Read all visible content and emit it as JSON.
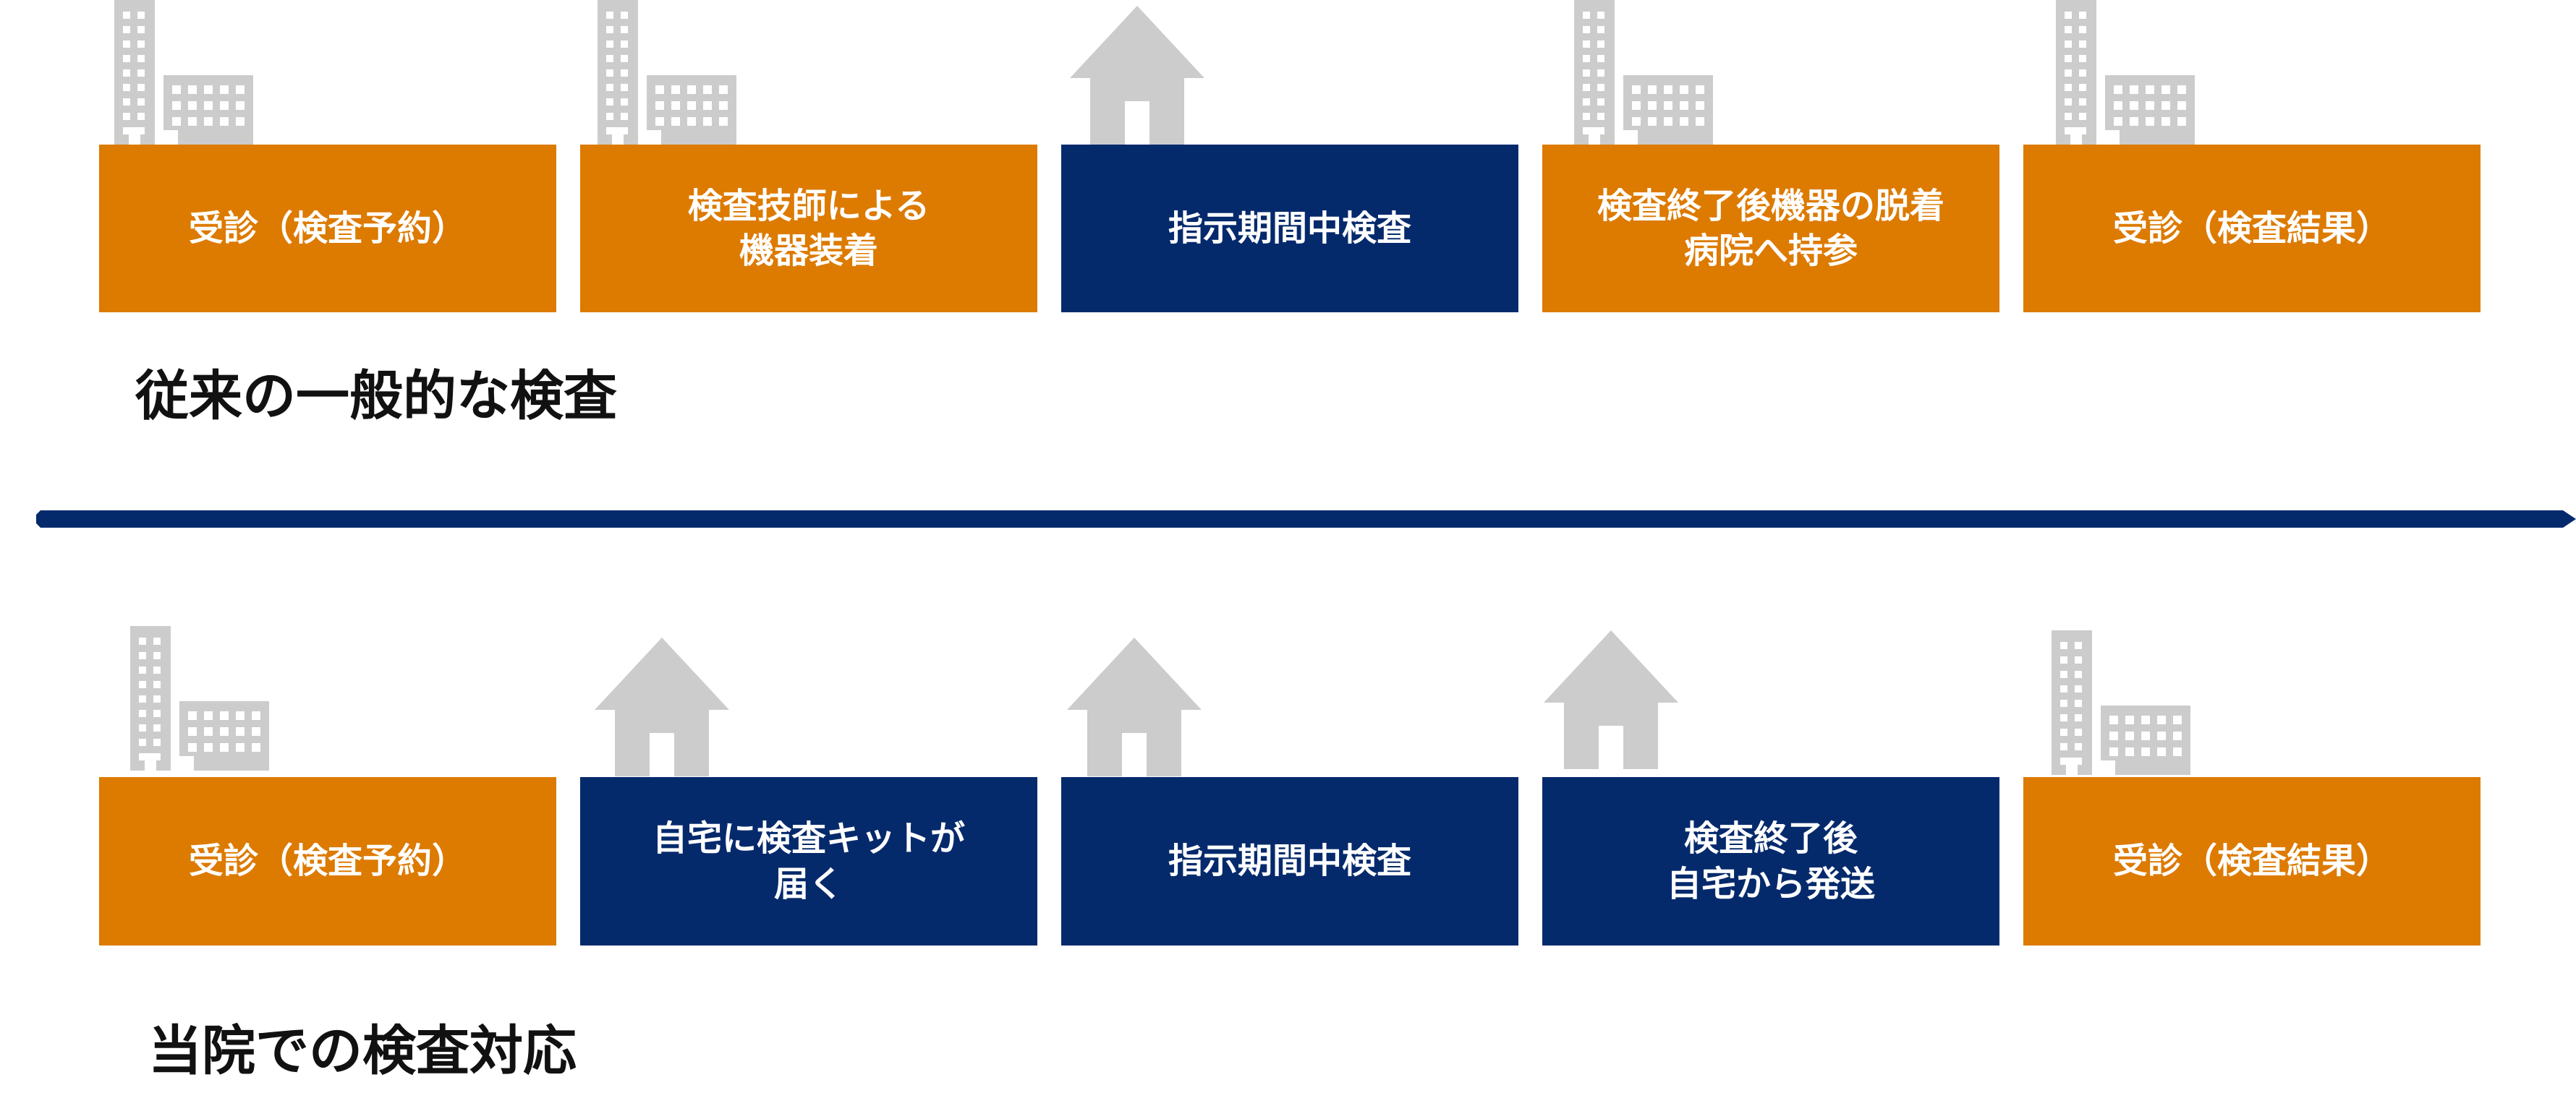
{
  "colors": {
    "orange": "#DD7A00",
    "navy": "#052A6C",
    "icon_gray": "#CCCCCC",
    "divider": "#052A6C"
  },
  "rows": [
    {
      "id": "conventional",
      "title": "従来の一般的な検査",
      "steps": [
        {
          "icon": "hospital-building-icon",
          "label": "受診（検査予約）",
          "color": "orange"
        },
        {
          "icon": "hospital-building-icon",
          "label": "検査技師による\n機器装着",
          "color": "orange"
        },
        {
          "icon": "home-icon",
          "label": "指示期間中検査",
          "color": "navy"
        },
        {
          "icon": "hospital-building-icon",
          "label": "検査終了後機器の脱着\n病院へ持参",
          "color": "orange"
        },
        {
          "icon": "hospital-building-icon",
          "label": "受診（検査結果）",
          "color": "orange"
        }
      ]
    },
    {
      "id": "our-clinic",
      "title": "当院での検査対応",
      "steps": [
        {
          "icon": "hospital-building-icon",
          "label": "受診（検査予約）",
          "color": "orange"
        },
        {
          "icon": "home-icon",
          "label": "自宅に検査キットが\n届く",
          "color": "navy"
        },
        {
          "icon": "home-icon",
          "label": "指示期間中検査",
          "color": "navy"
        },
        {
          "icon": "home-icon",
          "label": "検査終了後\n自宅から発送",
          "color": "navy"
        },
        {
          "icon": "hospital-building-icon",
          "label": "受診（検査結果）",
          "color": "orange"
        }
      ]
    }
  ]
}
